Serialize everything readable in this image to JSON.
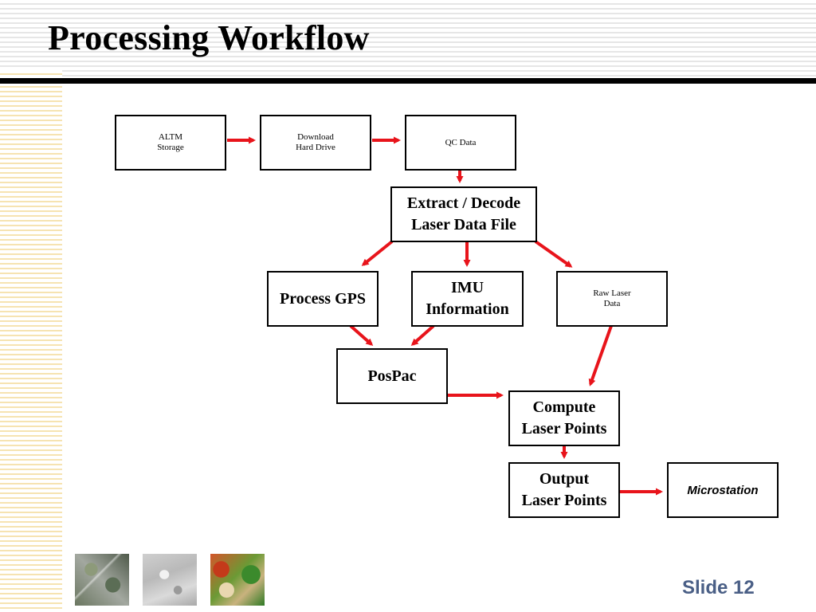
{
  "title": "Processing Workflow",
  "nodes": {
    "altm": "ALTM\nStorage",
    "download": "Download\nHard Drive",
    "qc": "QC Data",
    "extract": "Extract / Decode\nLaser Data File",
    "gps": "Process GPS",
    "imu": "IMU\nInformation",
    "raw": "Raw Laser\nData",
    "pospac": "PosPac",
    "compute": "Compute\nLaser Points",
    "output": "Output\nLaser Points",
    "microstation": "Microstation"
  },
  "slide_label": "Slide 12",
  "colors": {
    "arrow": "#e8141b",
    "slide_number": "#4a5f86"
  },
  "thumbnails": [
    "aerial-photo",
    "shaded-relief",
    "classified-terrain"
  ]
}
